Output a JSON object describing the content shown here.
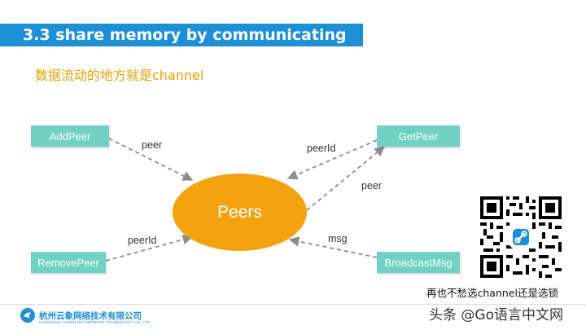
{
  "header": {
    "title": "3.3 share memory by communicating",
    "subtitle": "数据流动的地方就是channel"
  },
  "diagram": {
    "center": "Peers",
    "nodes": {
      "add_peer": "AddPeer",
      "get_peer": "GetPeer",
      "remove_peer": "RemovePeer",
      "broadcast_msg": "BroadcastMsg"
    },
    "edges": [
      {
        "from": "AddPeer",
        "to": "Peers",
        "label": "peer"
      },
      {
        "from": "GetPeer",
        "to": "Peers",
        "label": "peerId"
      },
      {
        "from": "Peers",
        "to": "GetPeer",
        "label": "peer"
      },
      {
        "from": "RemovePeer",
        "to": "Peers",
        "label": "peerId"
      },
      {
        "from": "BroadcastMsg",
        "to": "Peers",
        "label": "msg"
      }
    ]
  },
  "qr": {
    "caption": "再也不愁选channel还是选锁"
  },
  "footer": {
    "company": "杭州云象网络技术有限公司",
    "company_en": "HANGZHOU YUNPHANT NETWORK TECHNOLOGY CO. LTD",
    "watermark": "头条 @Go语言中文网"
  },
  "colors": {
    "title_bar": "#1d8fd6",
    "subtitle": "#e8a000",
    "node": "#6fd2c2",
    "center": "#f5a20f",
    "edge": "#8c8c8c"
  }
}
